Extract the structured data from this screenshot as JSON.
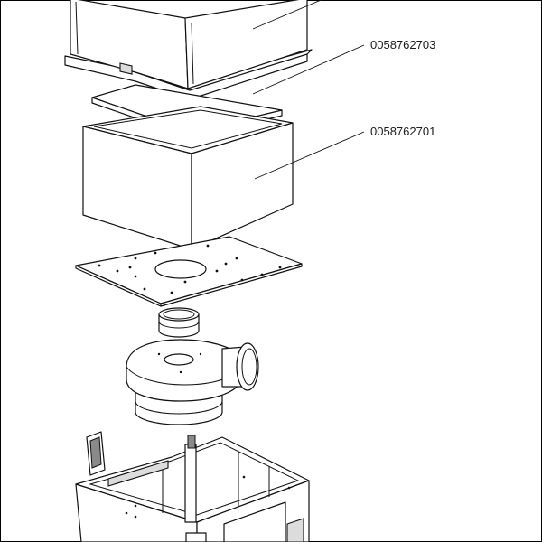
{
  "diagram": {
    "part_numbers": [
      {
        "id": "top-cover",
        "label": ""
      },
      {
        "id": "filter-pad",
        "label": "0058762703"
      },
      {
        "id": "filter-box",
        "label": "0058762701"
      }
    ]
  }
}
